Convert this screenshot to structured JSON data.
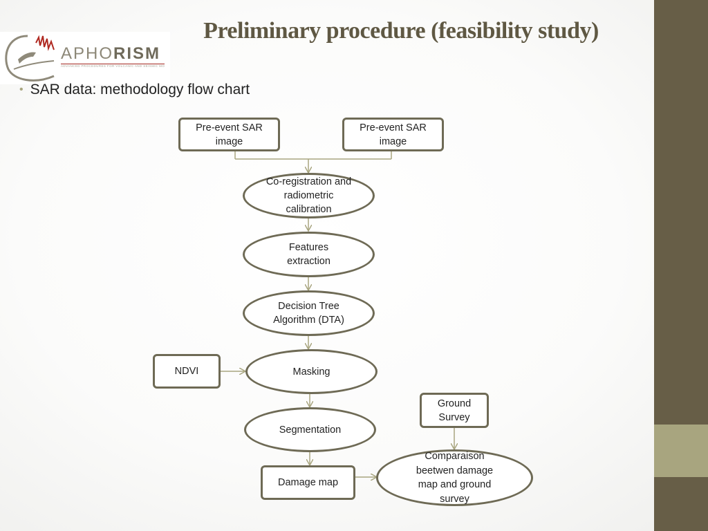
{
  "slide": {
    "title": "Preliminary procedure (feasibility study)",
    "bullet": "SAR data: methodology flow chart"
  },
  "logo": {
    "brand_light": "APHO",
    "brand_bold": "RISM",
    "tagline": "ADVANCED PROCEDURES FOR VOLCANIC AND SEISMIC MONITORING"
  },
  "flowchart": {
    "nodes": {
      "pre_event_1": "Pre-event SAR image",
      "pre_event_2": "Pre-event SAR image",
      "coregistration": "Co-registration and radiometric calibration",
      "features": "Features extraction",
      "dta": "Decision Tree Algorithm (DTA)",
      "ndvi": "NDVI",
      "masking": "Masking",
      "segmentation": "Segmentation",
      "ground_survey": "Ground Survey",
      "damage_map": "Damage map",
      "comparison": "Comparaison beetwen damage map and ground survey"
    }
  },
  "colors": {
    "band": "#675e47",
    "band_accent": "#a8a57f",
    "node_border": "#6e6a55",
    "connector": "#a8a57f",
    "title": "#5f5843"
  }
}
